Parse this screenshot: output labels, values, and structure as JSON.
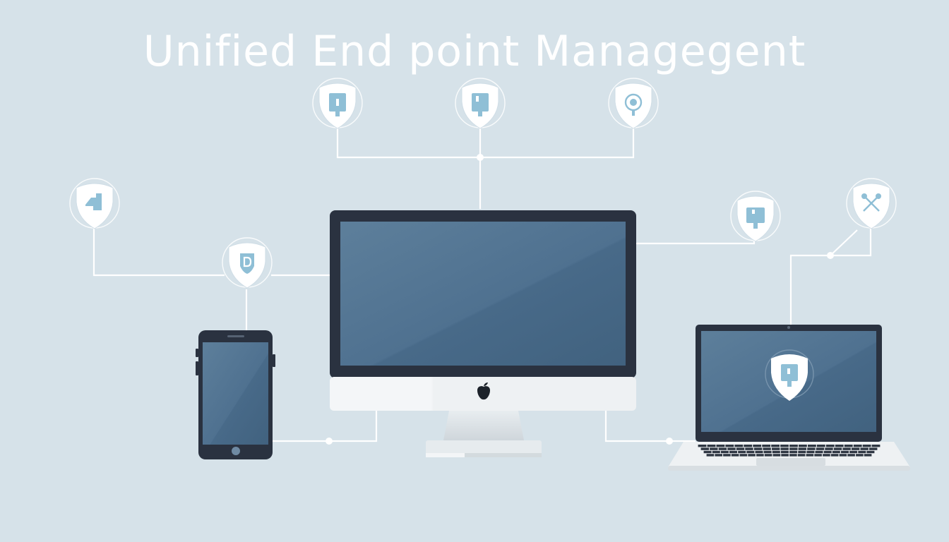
{
  "header": {
    "title": "Unified End point Managegent"
  },
  "devices": [
    {
      "id": "smartphone",
      "kind": "phone"
    },
    {
      "id": "desktop",
      "kind": "desktop"
    },
    {
      "id": "laptop",
      "kind": "laptop"
    }
  ],
  "security_nodes": [
    {
      "id": "policy-top-left",
      "icon": "document-shield-icon"
    },
    {
      "id": "policy-top-center",
      "icon": "document-shield-icon"
    },
    {
      "id": "search-top-right",
      "icon": "magnifier-shield-icon"
    },
    {
      "id": "left-far",
      "icon": "hand-shield-icon"
    },
    {
      "id": "left-inner",
      "icon": "letter-shield-icon"
    },
    {
      "id": "right-inner",
      "icon": "document-shield-icon"
    },
    {
      "id": "right-far",
      "icon": "tools-shield-icon"
    },
    {
      "id": "laptop-screen",
      "icon": "document-shield-icon"
    }
  ],
  "colors": {
    "background": "#d6e2e9",
    "screen": "#4d6f8d",
    "bezel": "#2a3240",
    "accent": "#8fbfd6",
    "line": "#ffffff"
  }
}
